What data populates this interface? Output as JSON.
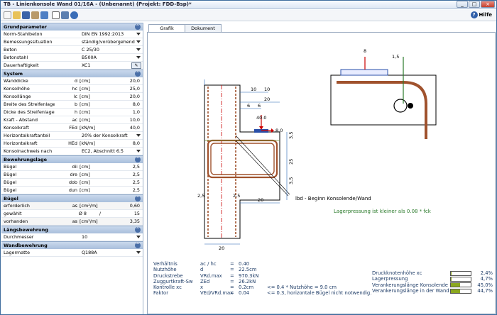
{
  "window": {
    "title": "TB - Linienkonsole Wand  01/16A - (Unbenannt) (Projekt: FDD-Bsp)*",
    "buttons": [
      "_",
      "□",
      "×"
    ]
  },
  "toolbar": {
    "help": "Hilfe"
  },
  "sections": {
    "grund": "Grundparameter",
    "system": "System",
    "bewehrung": "Bewehrungslage",
    "buegel": "Bügel",
    "laengs": "Längsbewehrung",
    "wand": "Wandbewehrung"
  },
  "grund": [
    {
      "label": "Norm-Stahlbeton",
      "value": "DIN EN 1992:2013"
    },
    {
      "label": "Bemessungssituation",
      "value": "ständig/vorübergehend"
    },
    {
      "label": "Beton",
      "value": "C 25/30"
    },
    {
      "label": "Betonstahl",
      "value": "B500A"
    },
    {
      "label": "Dauerhaftigkeit",
      "value": "XC1"
    }
  ],
  "system": [
    {
      "label": "Wanddicke",
      "sym": "d",
      "unit": "[cm]",
      "val": "20,0"
    },
    {
      "label": "Konsolhöhe",
      "sym": "hc",
      "unit": "[cm]",
      "val": "25,0"
    },
    {
      "label": "Konsollänge",
      "sym": "lc",
      "unit": "[cm]",
      "val": "20,0"
    },
    {
      "label": "Breite des Streifenlagers",
      "sym": "b",
      "unit": "[cm]",
      "val": "8,0"
    },
    {
      "label": "Dicke des Streifenlagers",
      "sym": "h",
      "unit": "[cm]",
      "val": "1,0"
    },
    {
      "label": "Kraft - Abstand",
      "sym": "ac",
      "unit": "[cm]",
      "val": "10,0"
    },
    {
      "label": "Konsolkraft",
      "sym": "FEd",
      "unit": "[kN/m]",
      "val": "40,0"
    },
    {
      "label": "Horizontalkraftanteil",
      "sym": "",
      "unit": "",
      "val": "20% der Konsolkraft"
    },
    {
      "label": "Horizontalkraft",
      "sym": "HEd",
      "unit": "[kN/m]",
      "val": "8,0"
    },
    {
      "label": "Konsolnachweis nach",
      "sym": "",
      "unit": "",
      "val": "EC2, Abschnitt 6.5"
    }
  ],
  "bew": [
    {
      "label": "Bügel",
      "sym": "dii",
      "unit": "[cm]",
      "val": "2,5"
    },
    {
      "label": "Bügel",
      "sym": "dre",
      "unit": "[cm]",
      "val": "2,5"
    },
    {
      "label": "Bügel",
      "sym": "dob",
      "unit": "[cm]",
      "val": "2,5"
    },
    {
      "label": "Bügel",
      "sym": "dun",
      "unit": "[cm]",
      "val": "2,5"
    }
  ],
  "buegel": {
    "erf": {
      "label": "erforderlich",
      "sym": "as",
      "unit": "[cm²/m]",
      "val": "0,60"
    },
    "gew": {
      "label": "gewählt",
      "dia": "Ø  8",
      "sep": "/",
      "val": "15"
    },
    "vor": {
      "label": "vorhanden",
      "sym": "as",
      "unit": "[cm²/m]",
      "val": "3,35"
    }
  },
  "laengs": {
    "label": "Durchmesser",
    "val": "10"
  },
  "wand": {
    "label": "Lagermatte",
    "val": "Q188A"
  },
  "tabs": [
    "Grafik",
    "Dokument"
  ],
  "drawing": {
    "dims": {
      "top8": "8",
      "d15": "1,5",
      "d10a": "10",
      "d10b": "10",
      "d6a": "6",
      "d6b": "6",
      "d20top": "20",
      "d35": "3,5",
      "d25": "25",
      "d35b": "3,5",
      "d25l": "2,5",
      "d20bot": "20",
      "d20base": "20",
      "d25r": "2,5"
    },
    "loads": {
      "v": "40.0",
      "h": "8.0"
    },
    "lbd": "lbd - Beginn Konsolende/Wand",
    "lager": "Lagerpressung ist kleiner als 0.08 * fck"
  },
  "results": [
    {
      "l": "Verhältnis",
      "s": "ac / hc",
      "e": "=",
      "v": "0.40",
      "c": ""
    },
    {
      "l": "Nutzhöhe",
      "s": "d",
      "e": "=",
      "v": "22.5cm",
      "c": ""
    },
    {
      "l": "Druckstrebe",
      "s": "VRd.max",
      "e": "=",
      "v": "970.3kN",
      "c": ""
    },
    {
      "l": "Zuggurtkraft-Sw",
      "s": "ZEd",
      "e": "=",
      "v": "26.2kN",
      "c": ""
    },
    {
      "l": "Kontrolle xc",
      "s": "x",
      "e": "=",
      "v": "0.2cm",
      "c": "<= 0.4 * Nutzhöhe = 9.0 cm"
    },
    {
      "l": "Faktor",
      "s": "VEd/VRd.max",
      "e": "=",
      "v": "0.04",
      "c": "<= 0.3, horizontale Bügel nicht notwendig."
    }
  ],
  "bars": [
    {
      "label": "Druckknotenhöhe xc",
      "pct": "2,4%",
      "frac": 0.024
    },
    {
      "label": "Lagerpressung",
      "pct": "4,7%",
      "frac": 0.047
    },
    {
      "label": "Verankerungslänge Konsolende",
      "pct": "45,0%",
      "frac": 0.45
    },
    {
      "label": "Verankerungslänge in der Wand",
      "pct": "44,7%",
      "frac": 0.447
    }
  ],
  "colors": {
    "rebar": "#a0522d",
    "axis": "#cc0000",
    "dim": "#2060b0",
    "ok": "#8ba81e",
    "header": "#b0c4de"
  }
}
